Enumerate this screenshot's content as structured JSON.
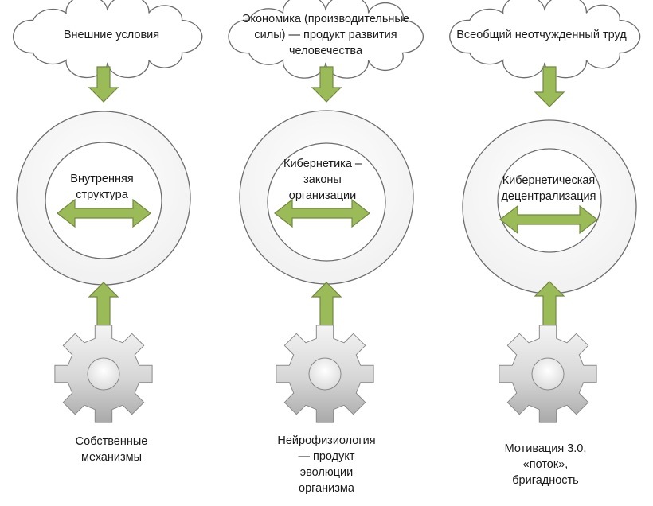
{
  "columns": [
    {
      "cloud_text": "Внешние условия",
      "circle_text": "Внутренняя\nструктура",
      "gear_caption": "Собственные\nмеханизмы"
    },
    {
      "cloud_text": "Экономика (производительные\nсилы) — продукт развития\nчеловечества",
      "circle_text": "Кибернетика –\nзаконы\nорганизации",
      "gear_caption": "Нейрофизиология\n— продукт\nэволюции\nорганизма"
    },
    {
      "cloud_text": "Всеобщий неотчужденный труд",
      "circle_text": "Кибернетическая\nдецентрализация",
      "gear_caption": "Мотивация 3.0,\n«поток»,\nбригадность"
    }
  ],
  "colors": {
    "arrow_fill": "#9bbb59",
    "arrow_stroke": "#71893f",
    "outline": "#6d6d6d",
    "gear_fill": "#d0d0d0"
  }
}
